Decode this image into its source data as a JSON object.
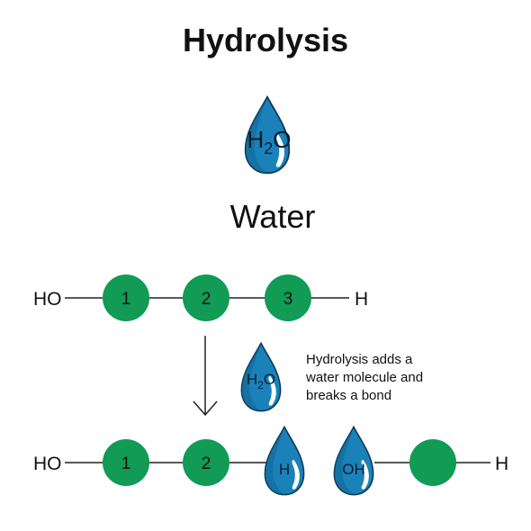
{
  "title": "Hydrolysis",
  "water": {
    "formula_main": "H",
    "formula_sub": "2",
    "formula_tail": "O",
    "label": "Water"
  },
  "top_chain": {
    "left_end": "HO",
    "beads": [
      "1",
      "2",
      "3"
    ],
    "right_end": "H"
  },
  "note": {
    "lines": [
      "Hydrolysis adds a",
      "water molecule and",
      "breaks a bond"
    ],
    "drop_formula_main": "H",
    "drop_formula_sub": "2",
    "drop_formula_tail": "O"
  },
  "bottom_chain": {
    "left_end": "HO",
    "beads": [
      "1",
      "2"
    ],
    "h_drop_label": "H",
    "oh_drop_label": "OH",
    "right_end": "H"
  },
  "colors": {
    "bead_green": "#119b55",
    "drop_blue": "#1b82b9",
    "drop_outline": "#0b3a58"
  }
}
